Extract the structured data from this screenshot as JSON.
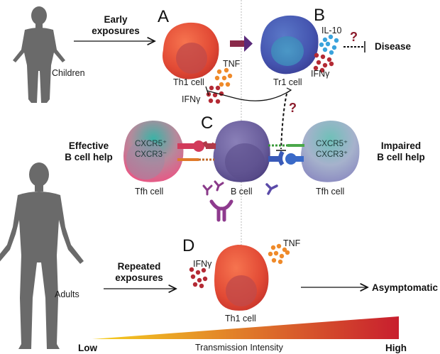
{
  "figure": {
    "panels": {
      "a": "A",
      "b": "B",
      "c": "C",
      "d": "D"
    },
    "people": {
      "children": "Children",
      "adults": "Adults"
    },
    "arrows": {
      "early_exposures_line1": "Early",
      "early_exposures_line2": "exposures",
      "repeated_exposures_line1": "Repeated",
      "repeated_exposures_line2": "exposures"
    },
    "cells": {
      "th1_top": "Th1 cell",
      "tr1": "Tr1 cell",
      "tfh_left": "Tfh cell",
      "b_cell": "B cell",
      "tfh_right": "Tfh cell",
      "th1_bottom": "Th1 cell"
    },
    "markers": {
      "left_cxcr5": "CXCR5⁺",
      "left_cxcr3": "CXCR3⁻",
      "right_cxcr5": "CXCR5⁺",
      "right_cxcr3": "CXCR3⁺"
    },
    "cytokines": {
      "tnf_top": "TNF",
      "ifng_top": "IFNγ",
      "il10": "IL-10",
      "ifng_b": "IFNγ",
      "ifng_bottom": "IFNγ",
      "tnf_bottom": "TNF"
    },
    "outcomes": {
      "disease": "Disease",
      "asymptomatic": "Asymptomatic",
      "effective_line1": "Effective",
      "effective_line2": "B cell help",
      "impaired_line1": "Impaired",
      "impaired_line2": "B cell help"
    },
    "question_mark": "?",
    "gradient": {
      "low": "Low",
      "high": "High",
      "title": "Transmission Intensity",
      "low_color": "#f5d020",
      "mid_color": "#e07a2a",
      "high_color": "#c81e2e"
    },
    "colors": {
      "th1": "#e8553a",
      "tr1": "#4f5fb8",
      "b_cell": "#6e5f9e",
      "tfh_left": "#e56a8a",
      "tfh_right": "#a6aed0",
      "tnf": "#ef8a2a",
      "ifng": "#b42a34",
      "il10": "#3aa3dc",
      "silhouette": "#6a6a6a",
      "transition_arrow": "#8a2a5a"
    }
  }
}
